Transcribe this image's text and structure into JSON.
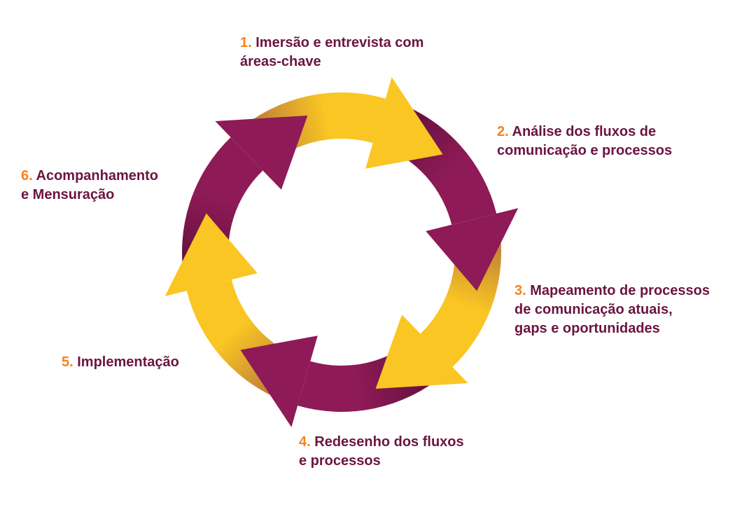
{
  "colors": {
    "yellow": "#F9C623",
    "yellow_dark": "#B9773A",
    "purple": "#8E1A57",
    "purple_dark": "#61103C",
    "text": "#6B1540",
    "number": "#F58220"
  },
  "steps": [
    {
      "num": "1.",
      "lines": [
        "Imersão e entrevista com",
        "áreas-chave"
      ],
      "color": "yellow"
    },
    {
      "num": "2.",
      "lines": [
        "Análise dos fluxos de",
        "comunicação e processos"
      ],
      "color": "purple"
    },
    {
      "num": "3.",
      "lines": [
        "Mapeamento de processos",
        "de comunicação atuais,",
        "gaps e oportunidades"
      ],
      "color": "yellow"
    },
    {
      "num": "4.",
      "lines": [
        "Redesenho dos fluxos",
        "e processos"
      ],
      "color": "purple"
    },
    {
      "num": "5.",
      "lines": [
        "Implementação"
      ],
      "color": "yellow"
    },
    {
      "num": "6.",
      "lines": [
        "Acompanhamento",
        "e Mensuração"
      ],
      "color": "purple"
    }
  ]
}
